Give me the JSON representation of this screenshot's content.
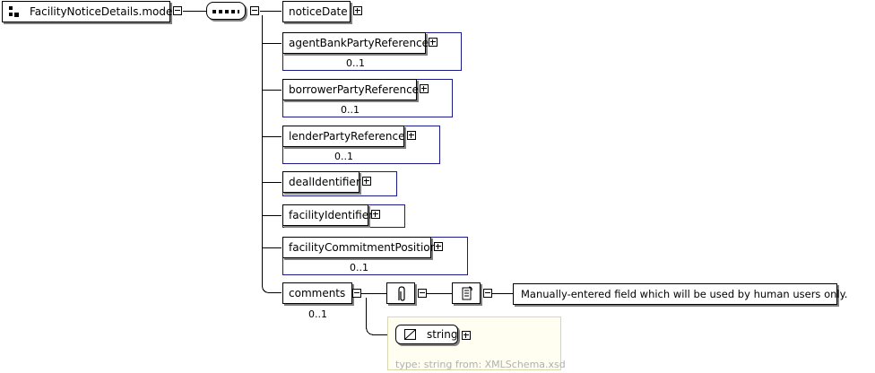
{
  "root": {
    "label": "FacilityNoticeDetails.model"
  },
  "elements": [
    {
      "id": "noticeDate",
      "label": "noticeDate",
      "cardinality": ""
    },
    {
      "id": "agentBankPartyReference",
      "label": "agentBankPartyReference",
      "cardinality": "0..1"
    },
    {
      "id": "borrowerPartyReference",
      "label": "borrowerPartyReference",
      "cardinality": "0..1"
    },
    {
      "id": "lenderPartyReference",
      "label": "lenderPartyReference",
      "cardinality": "0..1"
    },
    {
      "id": "dealIdentifier",
      "label": "dealIdentifier",
      "cardinality": ""
    },
    {
      "id": "facilityIdentifier",
      "label": "facilityIdentifier",
      "cardinality": ""
    },
    {
      "id": "facilityCommitmentPosition",
      "label": "facilityCommitmentPosition",
      "cardinality": "0..1"
    },
    {
      "id": "comments",
      "label": "comments",
      "cardinality": "0..1"
    }
  ],
  "comments_detail": {
    "documentation": "Manually-entered field which will be used by human users only.",
    "type_label": "string",
    "type_note": "type: string from: XMLSchema.xsd"
  },
  "icons": [
    "model-group-icon",
    "sequence-icon",
    "annotation-icon",
    "documentation-icon",
    "simple-type-icon",
    "expand-icon",
    "collapse-icon"
  ]
}
